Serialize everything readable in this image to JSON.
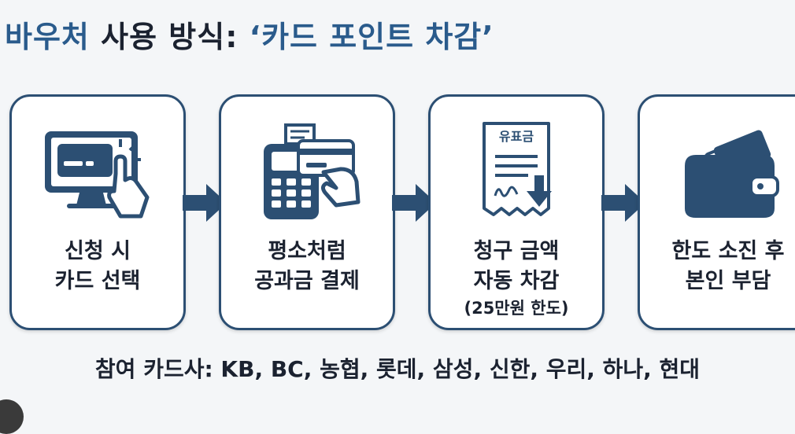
{
  "title": {
    "part1": "바우처",
    "part2": "사용 방식:",
    "part3": "‘카드 포인트 차감’"
  },
  "steps": [
    {
      "icon": "computer-click-icon",
      "line1": "신청 시",
      "line2": "카드 선택"
    },
    {
      "icon": "card-payment-terminal-icon",
      "line1": "평소처럼",
      "line2": "공과금 결제"
    },
    {
      "icon": "utility-bill-icon",
      "line1": "청구 금액",
      "line2": "자동 차감",
      "note": "(25만원 한도)",
      "bill_text": "유표금"
    },
    {
      "icon": "wallet-icon",
      "line1": "한도 소진 후",
      "line2": "본인 부담"
    }
  ],
  "participating_cards": "참여 카드사: KB, BC, 농협, 롯데, 삼성, 신한, 우리, 하나, 현대",
  "colors": {
    "accent": "#2a5b8c",
    "border": "#2c4f73",
    "text": "#1b2230",
    "background": "#f4f6f8"
  }
}
